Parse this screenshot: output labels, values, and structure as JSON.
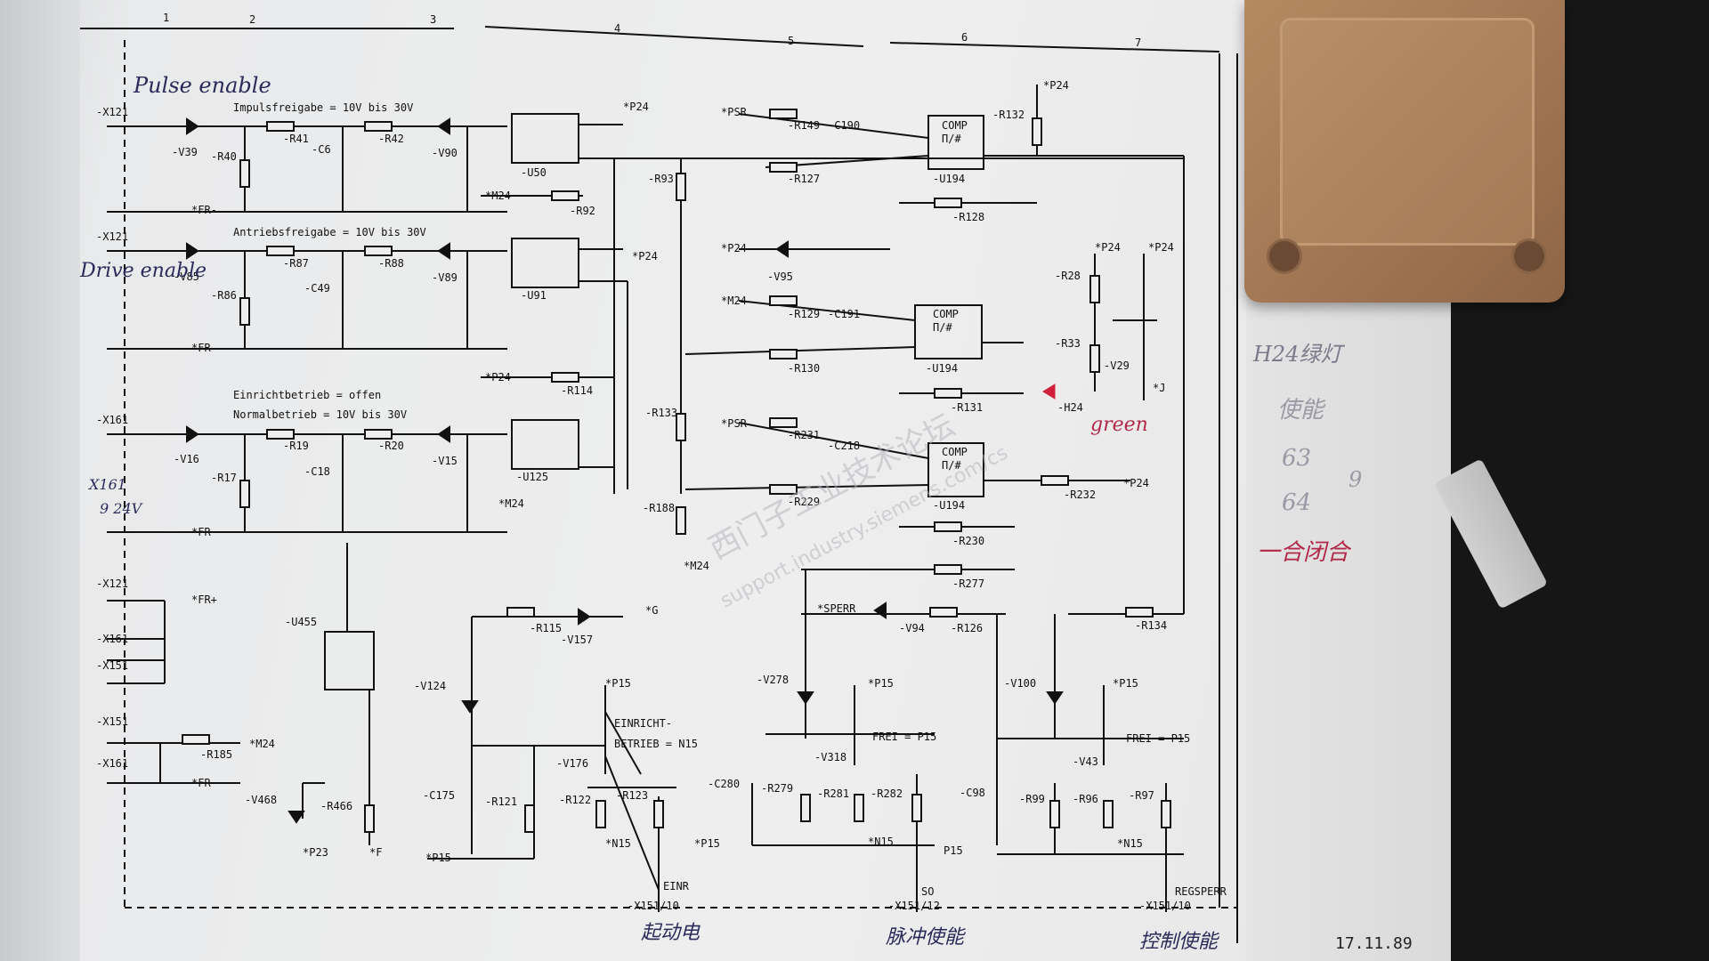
{
  "diagram": {
    "sheet_numbers": [
      "1",
      "2",
      "3",
      "4",
      "5",
      "6",
      "7"
    ],
    "headings": {
      "pulse_title": "Impulsfreigabe = 10V bis 30V",
      "drive_title": "Antriebsfreigabe = 10V bis 30V",
      "setup_title": "Einrichtbetrieb = offen",
      "normal_title": "Normalbetrieb = 10V bis 30V",
      "einricht_label": "EINRICHT-",
      "betrieb_label": "BETRIEB = N15",
      "frei_label_1": "FREI = P15",
      "frei_label_2": "FREI = P15",
      "comp_label": "COMP",
      "comp_sub": "Π/#"
    },
    "components": {
      "v39": "-V39",
      "r40": "-R40",
      "r41": "-R41",
      "c6": "-C6",
      "r42": "-R42",
      "v90": "-V90",
      "u50": "-U50",
      "r92": "-R92",
      "r93": "-R93",
      "v85": "-V85",
      "r86": "-R86",
      "r87": "-R87",
      "c49": "-C49",
      "r88": "-R88",
      "v89": "-V89",
      "u91": "-U91",
      "v16": "-V16",
      "r17": "-R17",
      "r19": "-R19",
      "c18": "-C18",
      "r20": "-R20",
      "v15": "-V15",
      "u125": "-U125",
      "r114": "-R114",
      "r149": "-R149",
      "c190": "-C190",
      "r127": "-R127",
      "u194a": "-U194",
      "r128": "-R128",
      "r132": "-R132",
      "v95": "-V95",
      "r129": "-R129",
      "c191": "-C191",
      "r130": "-R130",
      "u194b": "-U194",
      "r131": "-R131",
      "r133": "-R133",
      "r231": "-R231",
      "c218": "-C218",
      "r229": "-R229",
      "u194c": "-U194",
      "r230": "-R230",
      "r232": "-R232",
      "r188": "-R188",
      "r277": "-R277",
      "r28": "-R28",
      "r33": "-R33",
      "v29": "-V29",
      "h24": "-H24",
      "u455": "-U455",
      "r115": "-R115",
      "v157": "-V157",
      "r185": "-R185",
      "v468": "-V468",
      "r466": "-R466",
      "v124": "-V124",
      "c175": "-C175",
      "r121": "-R121",
      "v176": "-V176",
      "r122": "-R122",
      "r123": "-R123",
      "v278": "-V278",
      "c280": "-C280",
      "r279": "-R279",
      "v318": "-V318",
      "r281": "-R281",
      "r282": "-R282",
      "v94": "-V94",
      "r126": "-R126",
      "v100": "-V100",
      "c98": "-C98",
      "r99": "-R99",
      "v43": "-V43",
      "r96": "-R96",
      "r97": "-R97",
      "r134": "-R134"
    },
    "nets": {
      "p24": "*P24",
      "m24": "*M24",
      "fr": "*FR-",
      "frp": "*FR+",
      "psr": "*PSR",
      "p15": "*P15",
      "n15": "*N15",
      "g": "*G",
      "sperr": "*SPERR",
      "p23": "*P23",
      "f": "*F",
      "j": "*J",
      "p15b": "P15"
    },
    "terminals": {
      "x121": "-X121",
      "x161": "-X161",
      "x151": "-X151",
      "einr": "EINR",
      "so": "SO",
      "regsperr": "REGSPERR",
      "bottom1": "-X151/10",
      "bottom2": "-X151/12",
      "bottom3": "-X151/10"
    },
    "date": "17.11.89"
  },
  "annotations": {
    "pulse_enable": "Pulse enable",
    "drive_enable": "Drive enable",
    "green": "green",
    "h24_note": "H24绿灯",
    "note_1": "使能",
    "note_2": "63",
    "note_3": "9",
    "note_4": "64",
    "note_5": "一合闭合",
    "note_6": "X161",
    "note_7": "9 24V",
    "bottom_1": "起动电",
    "bottom_2": "脉冲使能",
    "bottom_3": "控制使能"
  },
  "watermark": {
    "line1": "西门子工业技术论坛",
    "line2": "support.industry.siemens.com/cs"
  },
  "colors": {
    "paper": "#eeeeee",
    "ink": "#111111",
    "module": "#a57a56",
    "led": "#d0203a",
    "handwriting_blue": "#2a2a5a",
    "handwriting_red": "#b22a4a"
  }
}
